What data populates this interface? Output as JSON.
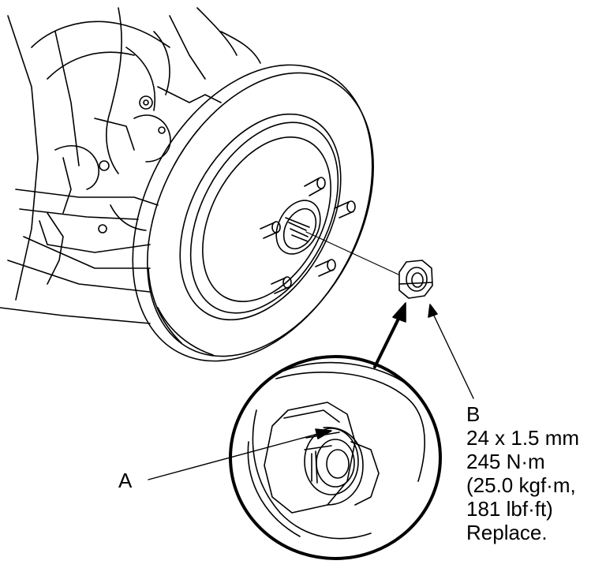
{
  "callouts": {
    "a": {
      "letter": "A"
    },
    "b": {
      "letter": "B",
      "lines": [
        "24 x 1.5 mm",
        "245 N·m",
        "(25.0 kgf·m,",
        "181 lbf·ft)",
        "Replace."
      ]
    }
  },
  "colors": {
    "line": "#000000",
    "background": "#ffffff"
  }
}
